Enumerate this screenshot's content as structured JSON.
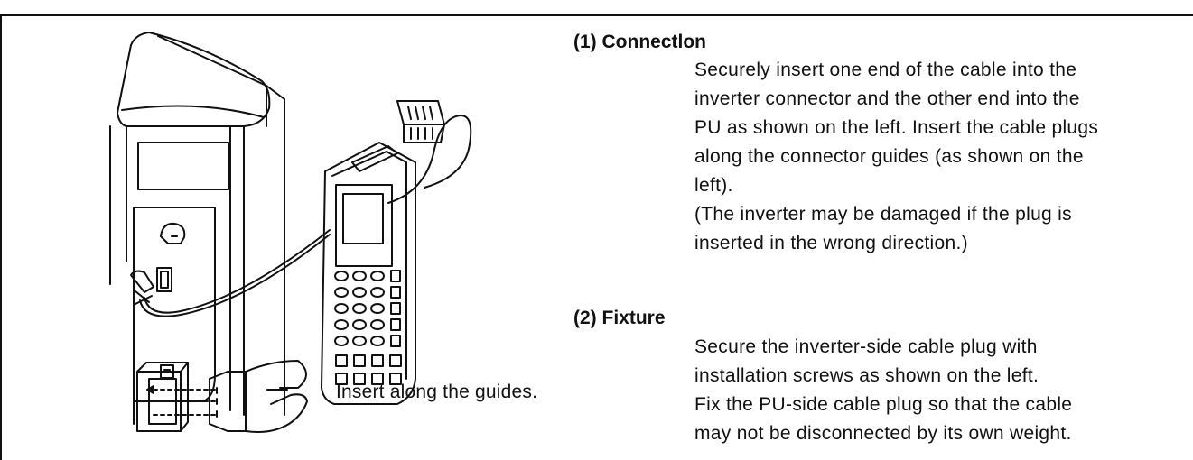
{
  "caption": "Insert along the guides.",
  "section1": {
    "title": "(1) Connectlon",
    "lines": [
      "Securely insert one end of the cable into the",
      "inverter connector and the other end into the",
      "PU as shown on the left. Insert the cable plugs",
      "along the connector guides (as shown on the",
      "left).",
      "(The inverter may be damaged if the plug is",
      "inserted in the wrong direction.)"
    ]
  },
  "section2": {
    "title": "(2) Fixture",
    "lines": [
      "Secure the inverter-side cable plug with",
      "installation screws as shown on the left.",
      "Fix the PU-side cable plug so that the cable",
      "may not be disconnected by its own weight."
    ]
  }
}
